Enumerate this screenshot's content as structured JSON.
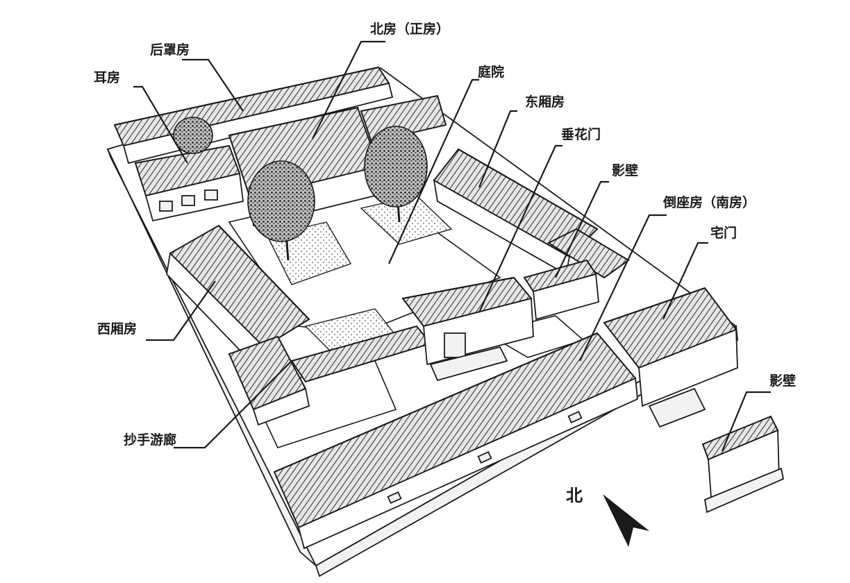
{
  "labels": {
    "north_house": "北房（正房）",
    "rear_house": "后罩房",
    "ear_house": "耳房",
    "courtyard": "庭院",
    "east_wing": "东厢房",
    "hanging_flower_gate": "垂花门",
    "screen_wall_inner": "影壁",
    "south_house": "倒座房（南房）",
    "house_gate": "宅门",
    "west_wing": "西厢房",
    "veranda": "抄手游廊",
    "screen_wall_outer": "影壁",
    "north_mark": "北"
  }
}
